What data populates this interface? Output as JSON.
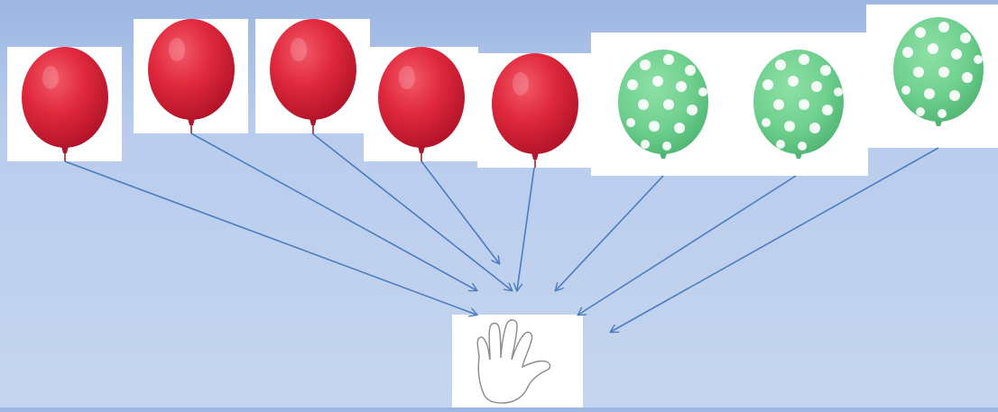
{
  "diagram": {
    "background_top": "#9cb6e2",
    "background_bottom": "#c5d5ef",
    "arrow_color": "#4a7cc0"
  },
  "balloons": [
    {
      "id": "red-1",
      "style": "red-solid",
      "color": "#e0283c"
    },
    {
      "id": "red-2",
      "style": "red-solid",
      "color": "#e0283c"
    },
    {
      "id": "red-3",
      "style": "red-solid",
      "color": "#e0283c"
    },
    {
      "id": "red-4",
      "style": "red-solid",
      "color": "#e0283c"
    },
    {
      "id": "red-5",
      "style": "red-solid",
      "color": "#e0283c"
    },
    {
      "id": "green-1",
      "style": "green-polka-dot",
      "color": "#6fd08e"
    },
    {
      "id": "green-2",
      "style": "green-polka-dot",
      "color": "#6fd08e"
    },
    {
      "id": "green-3",
      "style": "green-polka-dot",
      "color": "#6fd08e"
    }
  ],
  "hand": {
    "icon": "hand-outline-icon",
    "credit": ""
  }
}
